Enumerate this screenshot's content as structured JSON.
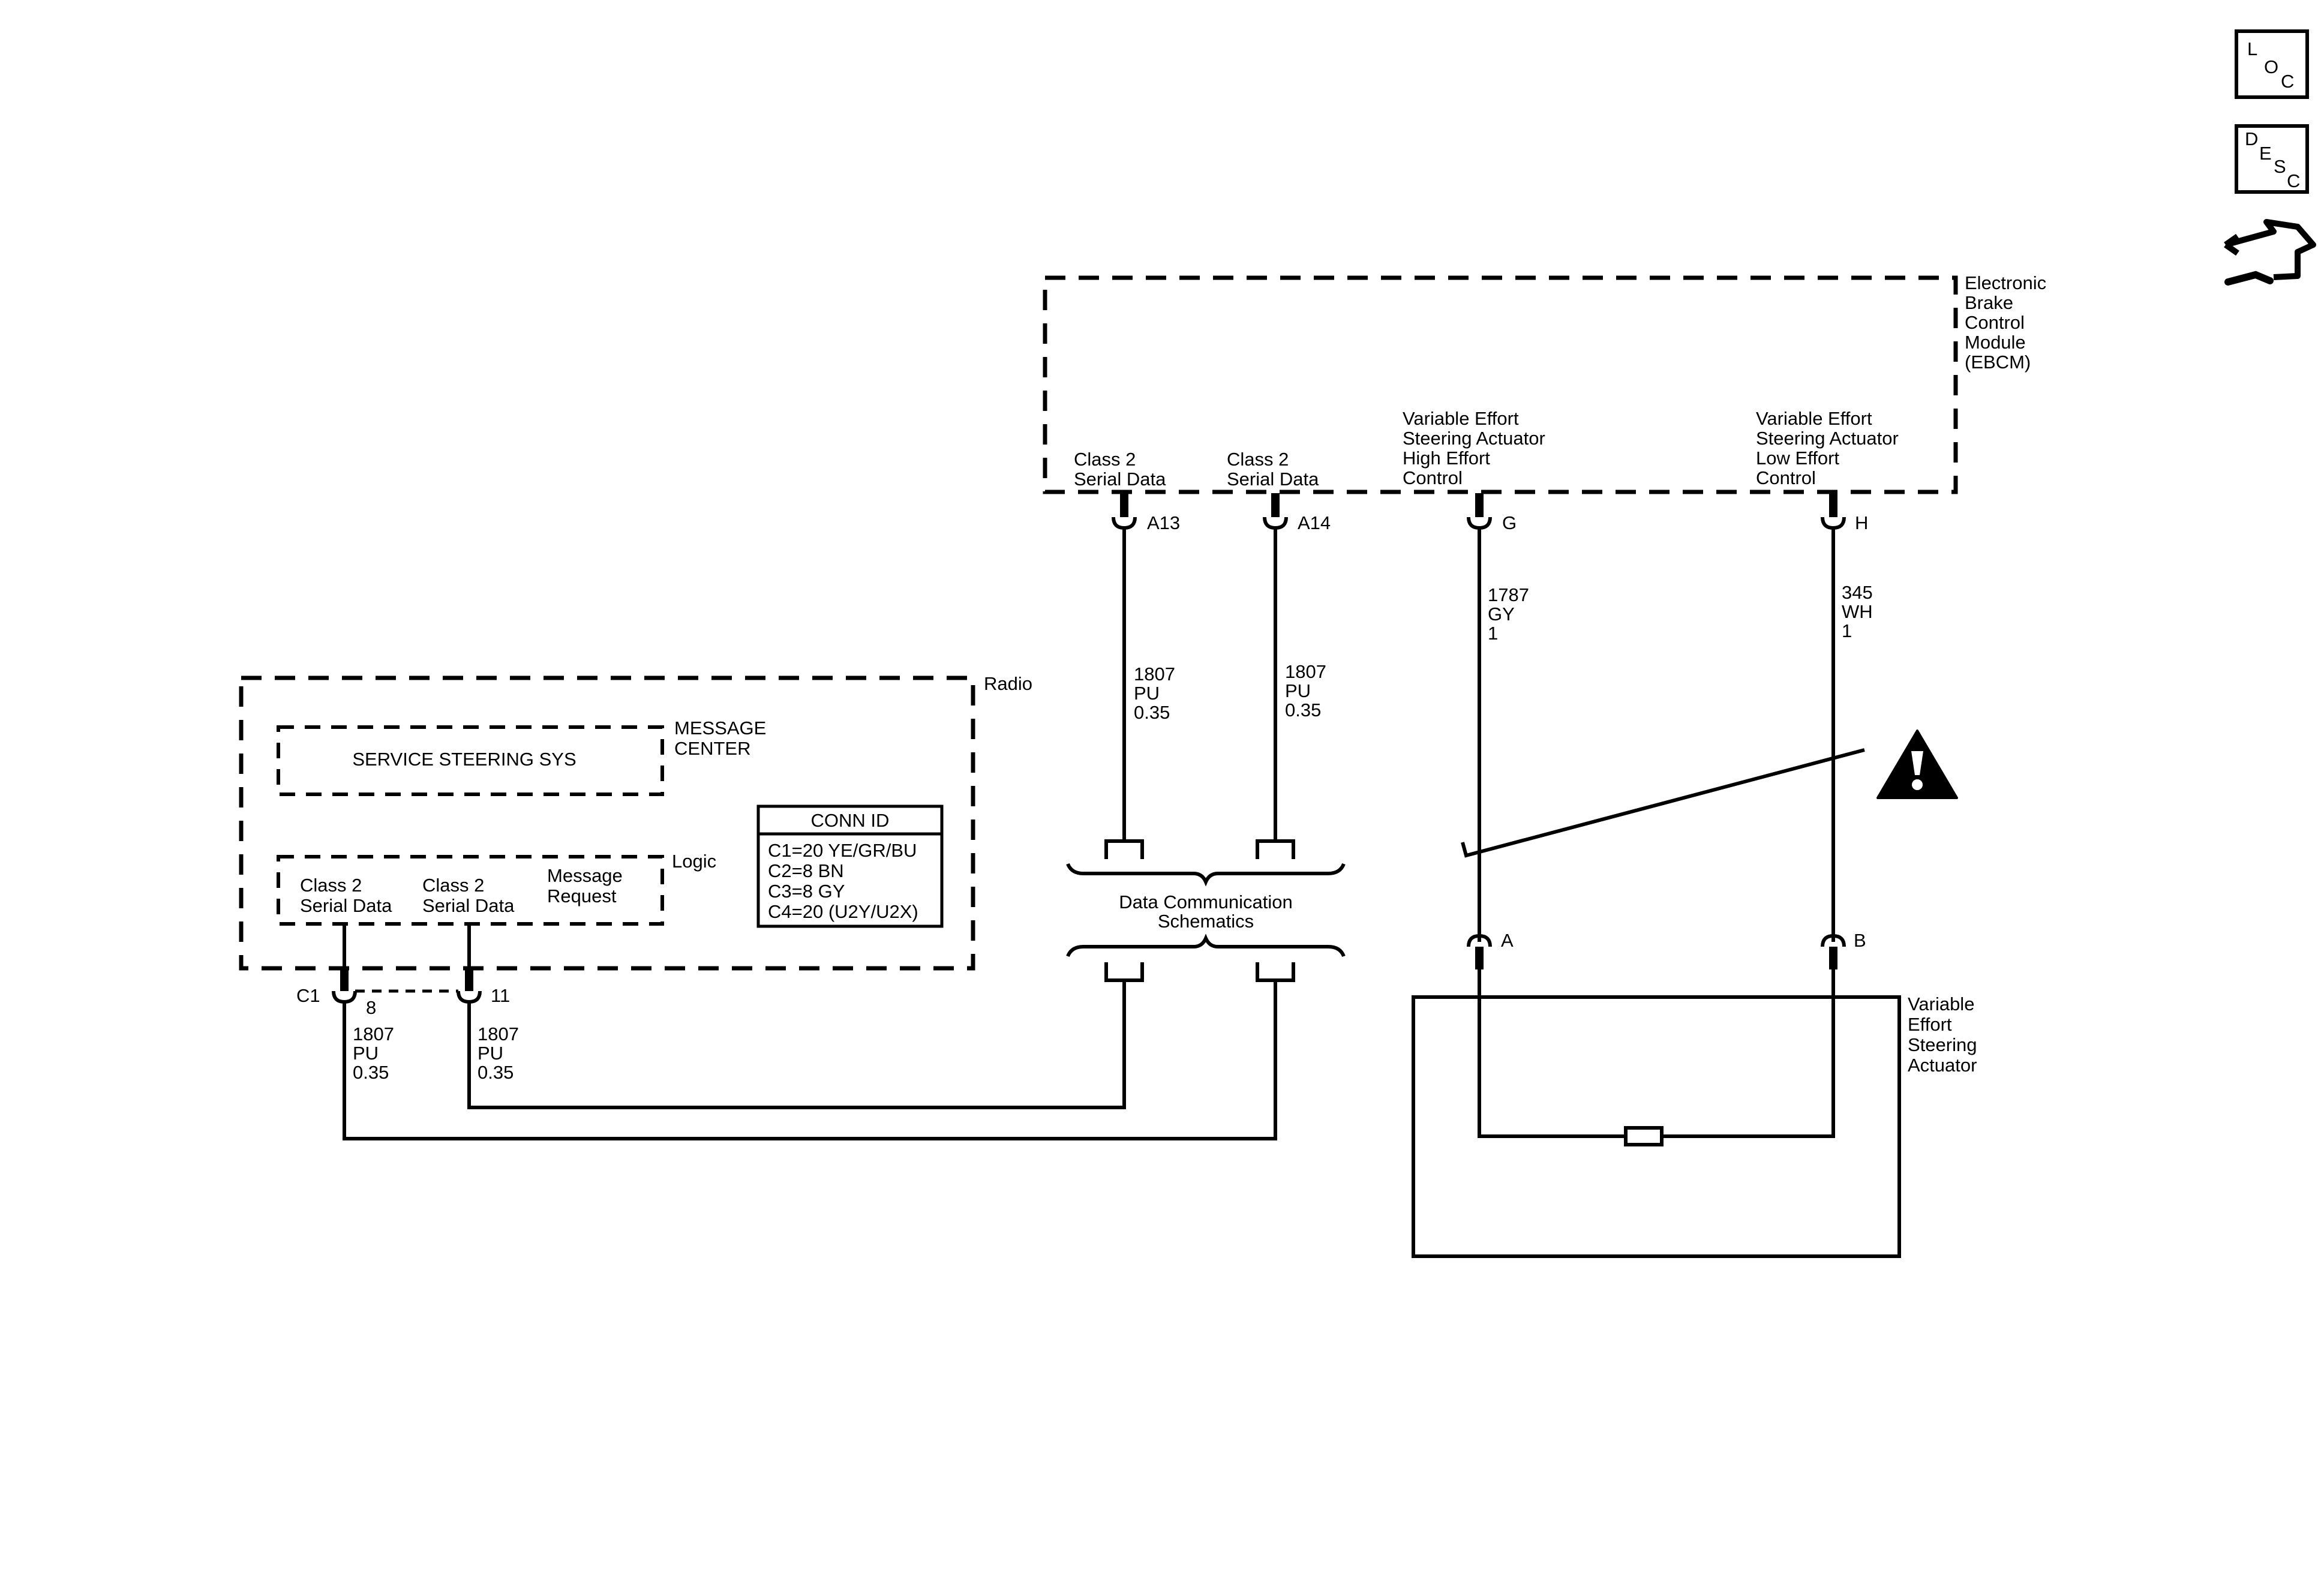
{
  "side_icons": {
    "loc": {
      "letters": [
        "L",
        "O",
        "C"
      ]
    },
    "desc": {
      "letters": [
        "D",
        "E",
        "S",
        "C"
      ]
    },
    "flow_icon": "connector-flow-icon"
  },
  "ebcm": {
    "name_lines": [
      "Electronic",
      "Brake",
      "Control",
      "Module",
      "(EBCM)"
    ],
    "pins": [
      {
        "id": "A13",
        "func_lines": [
          "Class 2",
          "Serial Data"
        ],
        "wire": [
          "1807",
          "PU",
          "0.35"
        ]
      },
      {
        "id": "A14",
        "func_lines": [
          "Class 2",
          "Serial Data"
        ],
        "wire": [
          "1807",
          "PU",
          "0.35"
        ]
      },
      {
        "id": "G",
        "func_lines": [
          "Variable Effort",
          "Steering Actuator",
          "High Effort",
          "Control"
        ],
        "wire": [
          "1787",
          "GY",
          "1"
        ]
      },
      {
        "id": "H",
        "func_lines": [
          "Variable Effort",
          "Steering Actuator",
          "Low Effort",
          "Control"
        ],
        "wire": [
          "345",
          "WH",
          "1"
        ]
      }
    ]
  },
  "radio": {
    "name": "Radio",
    "message_center": {
      "label_lines": [
        "MESSAGE",
        "CENTER"
      ],
      "text": "SERVICE STEERING SYS"
    },
    "logic": {
      "label": "Logic",
      "items": [
        {
          "lines": [
            "Class 2",
            "Serial Data"
          ]
        },
        {
          "lines": [
            "Class 2",
            "Serial Data"
          ]
        },
        {
          "lines": [
            "Message",
            "Request"
          ]
        }
      ]
    },
    "conn_id": {
      "title": "CONN ID",
      "rows": [
        "C1=20 YE/GR/BU",
        "C2=8 BN",
        "C3=8 GY",
        "C4=20 (U2Y/U2X)"
      ]
    },
    "connector": "C1",
    "pins": [
      {
        "id": "8",
        "wire": [
          "1807",
          "PU",
          "0.35"
        ]
      },
      {
        "id": "11",
        "wire": [
          "1807",
          "PU",
          "0.35"
        ]
      }
    ]
  },
  "data_comm": {
    "lines": [
      "Data Communication",
      "Schematics"
    ]
  },
  "actuator": {
    "name_lines": [
      "Variable",
      "Effort",
      "Steering",
      "Actuator"
    ],
    "pins": [
      "A",
      "B"
    ]
  },
  "warning_icon": "caution-triangle-icon"
}
